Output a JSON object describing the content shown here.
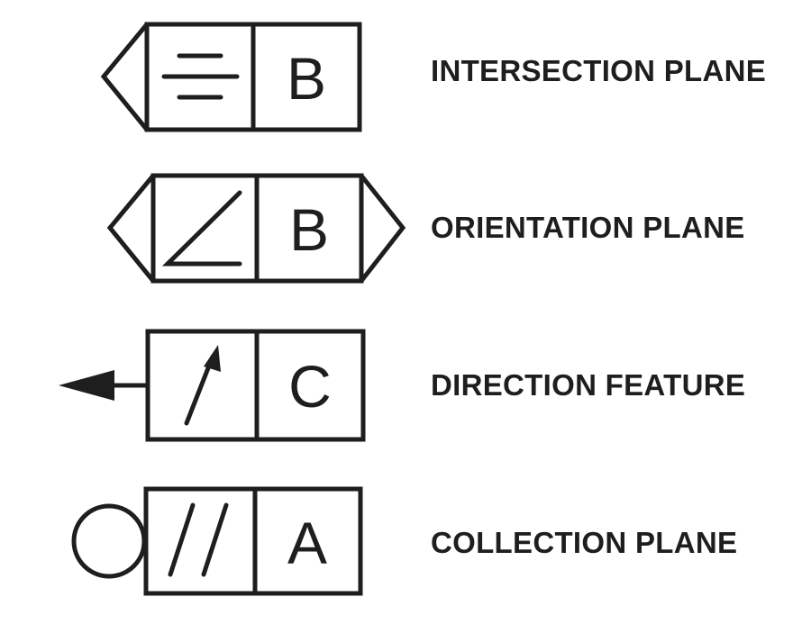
{
  "symbols": [
    {
      "id": "intersection",
      "letter": "B",
      "label": "INTERSECTION PLANE",
      "icon": "parallelism-icon",
      "indicator": "arrow-left-outline"
    },
    {
      "id": "orientation",
      "letter": "B",
      "label": "ORIENTATION PLANE",
      "icon": "angularity-icon",
      "indicator": "double-arrow-outline"
    },
    {
      "id": "direction",
      "letter": "C",
      "label": "DIRECTION FEATURE",
      "icon": "runout-arrow-icon",
      "indicator": "arrow-left-filled"
    },
    {
      "id": "collection",
      "letter": "A",
      "label": "COLLECTION PLANE",
      "icon": "parallel-lines-icon",
      "indicator": "circle"
    }
  ],
  "colors": {
    "stroke": "#1e1e1e",
    "background": "#ffffff"
  }
}
